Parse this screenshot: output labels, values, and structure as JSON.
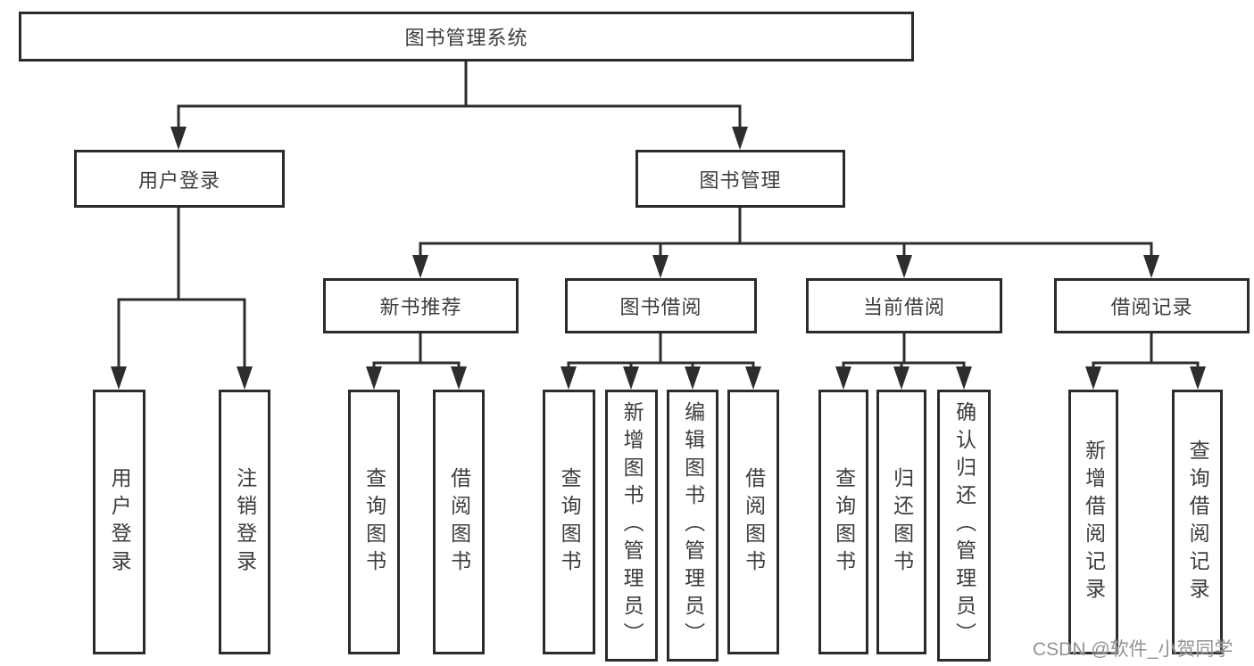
{
  "diagram": {
    "title": "图书管理系统",
    "type": "hierarchy-tree",
    "tree": {
      "label": "图书管理系统",
      "children": [
        {
          "label": "用户登录",
          "children": [
            {
              "label": "用户登录"
            },
            {
              "label": "注销登录"
            }
          ]
        },
        {
          "label": "图书管理",
          "children": [
            {
              "label": "新书推荐",
              "children": [
                {
                  "label": "查询图书"
                },
                {
                  "label": "借阅图书"
                }
              ]
            },
            {
              "label": "图书借阅",
              "children": [
                {
                  "label": "查询图书"
                },
                {
                  "label": "新增图书（管理员）"
                },
                {
                  "label": "编辑图书（管理员）"
                },
                {
                  "label": "借阅图书"
                }
              ]
            },
            {
              "label": "当前借阅",
              "children": [
                {
                  "label": "查询图书"
                },
                {
                  "label": "归还图书"
                },
                {
                  "label": "确认归还（管理员）"
                }
              ]
            },
            {
              "label": "借阅记录",
              "children": [
                {
                  "label": "新增借阅记录"
                },
                {
                  "label": "查询借阅记录"
                }
              ]
            }
          ]
        }
      ]
    },
    "colors": {
      "line": "#2d2d2d",
      "box_border": "#2b2b2b",
      "box_fill": "#ffffff",
      "text": "#3d3d3d",
      "background": "#ffffff",
      "watermark": "#8a8a8a"
    }
  },
  "watermark": {
    "text": "CSDN @软件_小贺同学"
  }
}
